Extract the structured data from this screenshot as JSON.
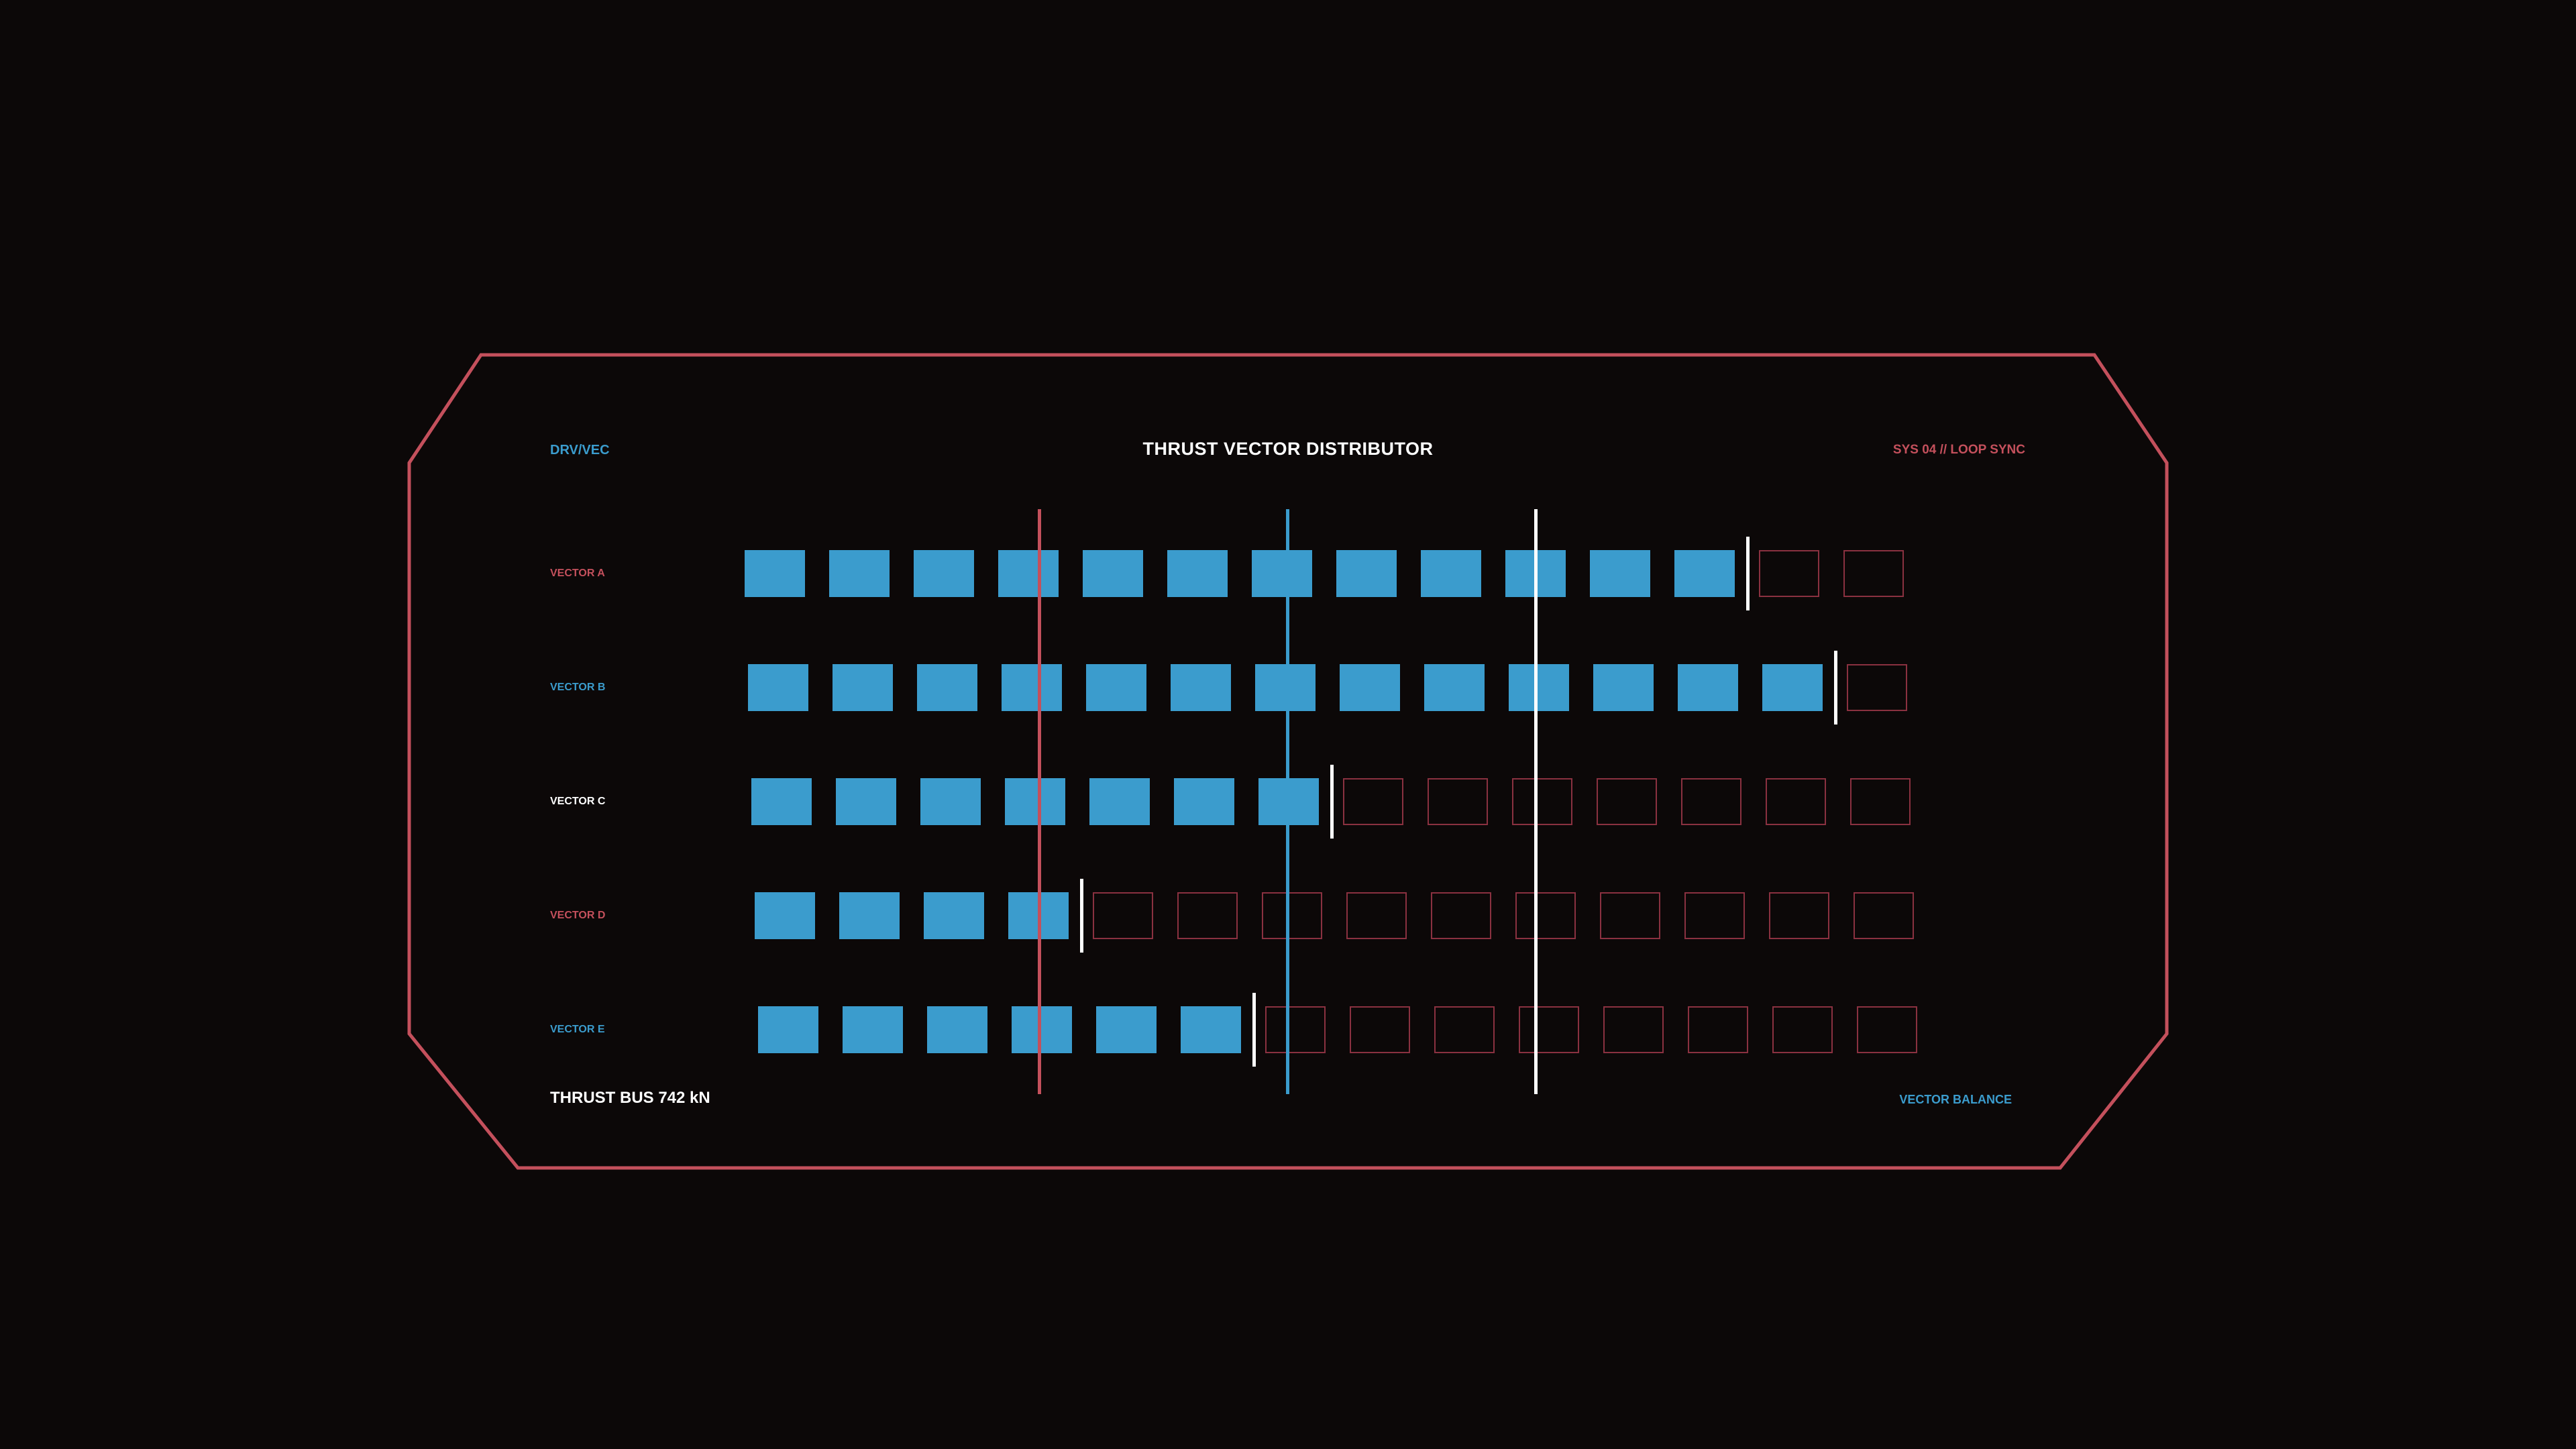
{
  "header": {
    "left_label": "DRV/VEC",
    "title": "THRUST VECTOR DISTRIBUTOR",
    "right_label": "SYS 04  //  LOOP SYNC"
  },
  "rows": [
    {
      "label": "VECTOR A",
      "label_color": "#c4505c",
      "filled": 12,
      "total": 14
    },
    {
      "label": "VECTOR B",
      "label_color": "#3b9ccd",
      "filled": 13,
      "total": 14
    },
    {
      "label": "VECTOR C",
      "label_color": "#ffffff",
      "filled": 7,
      "total": 14
    },
    {
      "label": "VECTOR D",
      "label_color": "#c4505c",
      "filled": 4,
      "total": 14
    },
    {
      "label": "VECTOR E",
      "label_color": "#3b9ccd",
      "filled": 6,
      "total": 14
    }
  ],
  "footer": {
    "left_label": "THRUST BUS  742 kN",
    "right_label": "VECTOR BALANCE"
  },
  "colors": {
    "background": "#0c0808",
    "frame": "#c4505c",
    "accent_blue": "#3b9ccd",
    "accent_red": "#c4505c",
    "text_white": "#ffffff",
    "empty_cell_border": "#8a3140",
    "marker": "#ffffff"
  }
}
